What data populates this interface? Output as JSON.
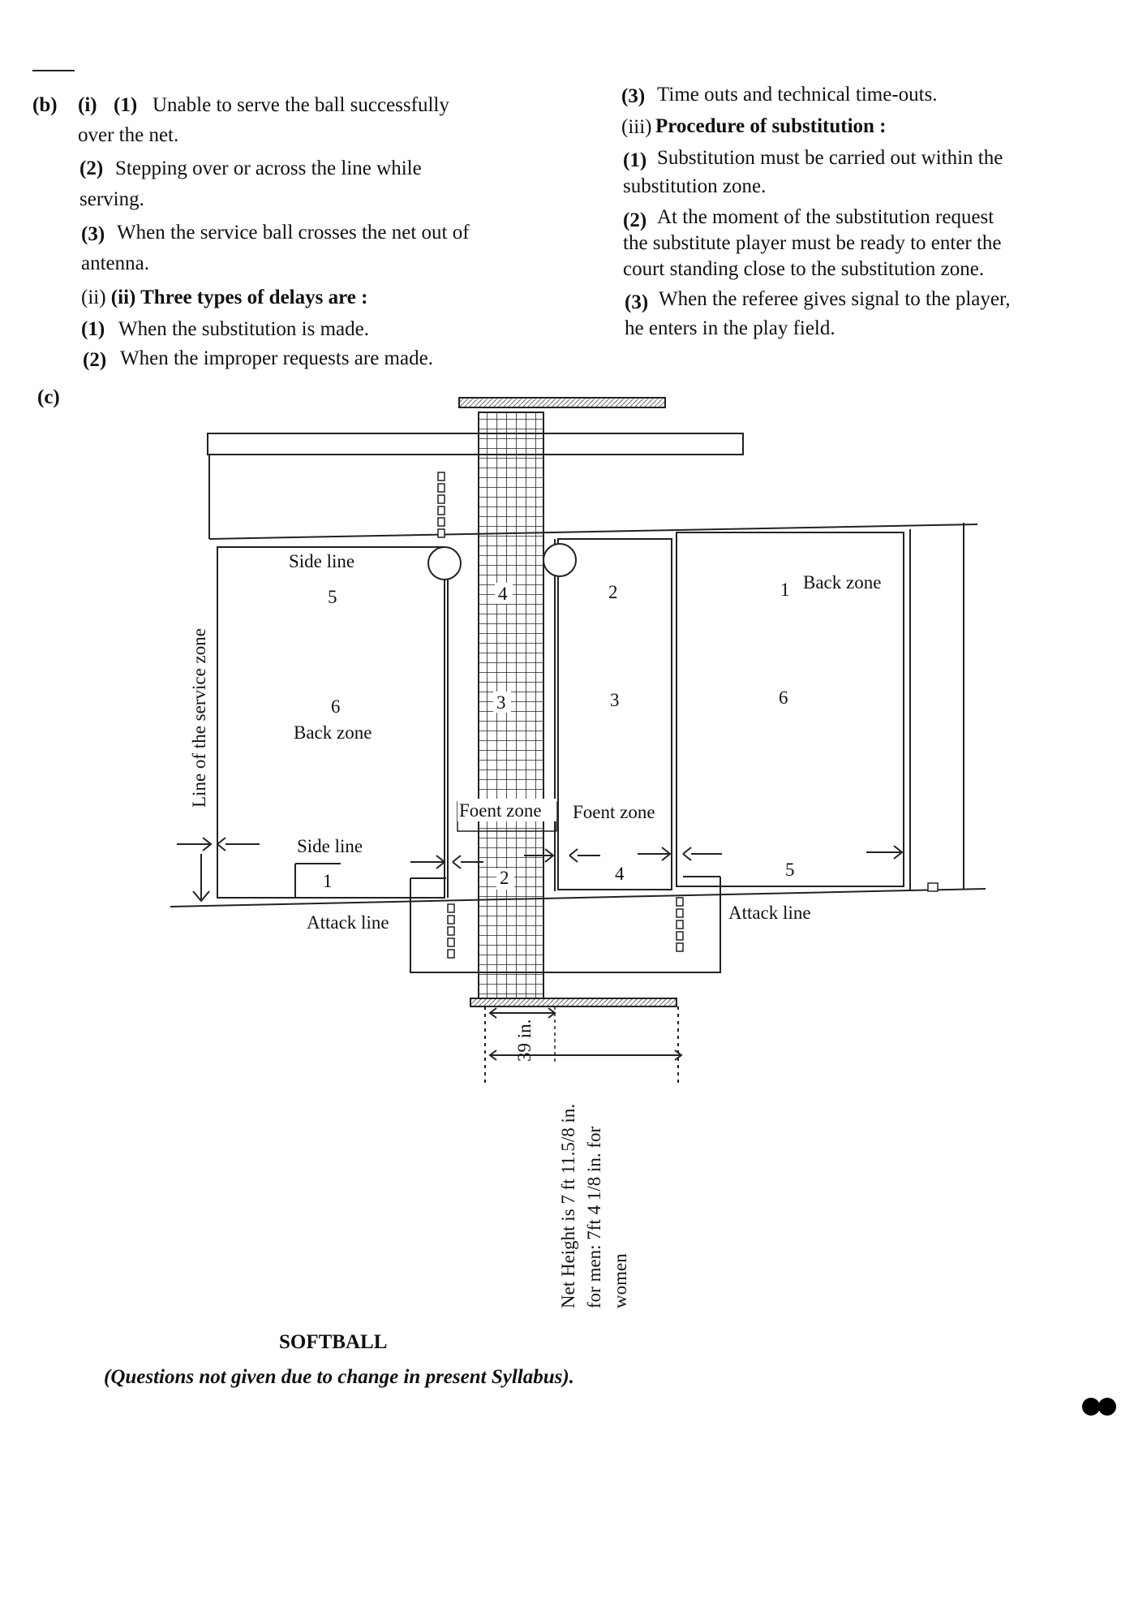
{
  "left_column": {
    "b_label": "(b)",
    "i_label": "(i)",
    "item1_num": "(1)",
    "item1_line1": "Unable to serve the ball successfully",
    "item1_line2": "over the net.",
    "item2_num": "(2)",
    "item2_line1": "Stepping over or across the line while",
    "item2_line2": "serving.",
    "item3_num": "(3)",
    "item3_line1": "When the service ball crosses the net out of",
    "item3_line2": "antenna.",
    "ii_heading": "(ii) Three types of delays are :",
    "ii_item1_num": "(1)",
    "ii_item1": "When the substitution is made.",
    "ii_item2_num": "(2)",
    "ii_item2": "When the improper requests are made."
  },
  "right_column": {
    "item3_num": "(3)",
    "item3": "Time outs and technical time-outs.",
    "iii_num": "(iii)",
    "iii_heading": "Procedure of substitution :",
    "sub1_num": "(1)",
    "sub1_line1": "Substitution must be carried out within the",
    "sub1_line2": "substitution zone.",
    "sub2_num": "(2)",
    "sub2_line1": "At the moment of the substitution request",
    "sub2_line2": "the substitute player must be ready to enter the",
    "sub2_line3": "court standing close to the substitution zone.",
    "sub3_num": "(3)",
    "sub3_line1": "When the referee gives signal to the player,",
    "sub3_line2": "he enters in the play field."
  },
  "c_label": "(c)",
  "diagram": {
    "side_line_top": "Side line",
    "left_num_5": "5",
    "left_num_6": "6",
    "left_back_zone": "Back zone",
    "side_line_bottom": "Side line",
    "left_num_1": "1",
    "service_zone_label": "Line of the service zone",
    "net_num_4": "4",
    "net_num_3": "3",
    "net_num_2": "2",
    "front_zone_left": "Foent zone",
    "front_zone_right": "Foent zone",
    "right_num_2": "2",
    "right_num_3": "3",
    "right_num_4": "4",
    "right_num_1": "1",
    "right_back_zone": "Back zone",
    "right_num_6": "6",
    "right_num_5": "5",
    "attack_line_left": "Attack line",
    "attack_line_right": "Attack line",
    "dimension_39": "39 in.",
    "net_height_line1": "Net Height is 7 ft 11.5/8 in.",
    "net_height_line2": "for men: 7ft 4 1/8 in. for",
    "net_height_line3": "women"
  },
  "softball_heading": "SOFTBALL",
  "softball_note": "(Questions not given due to change in present Syllabus)."
}
